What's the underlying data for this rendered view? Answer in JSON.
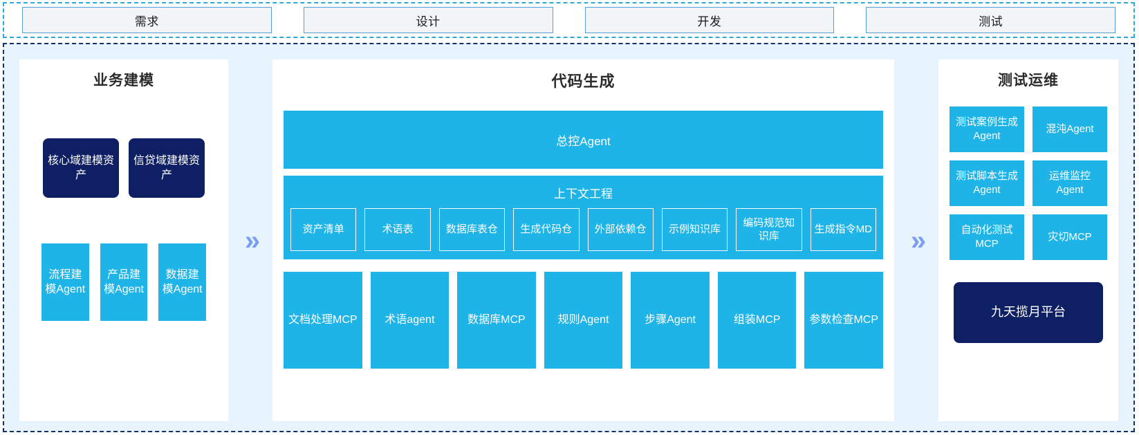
{
  "phases": {
    "items": [
      {
        "label": "需求"
      },
      {
        "label": "设计"
      },
      {
        "label": "开发"
      },
      {
        "label": "测试"
      }
    ]
  },
  "colors": {
    "cyan": "#1fb4e8",
    "navy": "#0e2063",
    "chevron": "#7b9ef2",
    "panel_bg": "#ffffff",
    "area_bg": "#e8f4fd",
    "phase_border": "#5b9bd5",
    "top_dash": "#2ba9d8",
    "main_dash": "#15306b"
  },
  "separators": {
    "left_arrow": "»",
    "right_arrow": "»"
  },
  "left_panel": {
    "title": "业务建模",
    "assets": [
      {
        "label": "核心域建模资产"
      },
      {
        "label": "信贷域建模资产"
      }
    ],
    "agents": [
      {
        "label": "流程建模Agent"
      },
      {
        "label": "产品建模Agent"
      },
      {
        "label": "数据建模Agent"
      }
    ]
  },
  "center_panel": {
    "title": "代码生成",
    "master_agent": "总控Agent",
    "context": {
      "title": "上下文工程",
      "items": [
        {
          "label": "资产清单"
        },
        {
          "label": "术语表"
        },
        {
          "label": "数据库表仓"
        },
        {
          "label": "生成代码仓"
        },
        {
          "label": "外部依赖仓"
        },
        {
          "label": "示例知识库"
        },
        {
          "label": "编码规范知识库"
        },
        {
          "label": "生成指令MD"
        }
      ]
    },
    "tools": [
      {
        "label": "文档处理MCP"
      },
      {
        "label": "术语agent"
      },
      {
        "label": "数据库MCP"
      },
      {
        "label": "规则Agent"
      },
      {
        "label": "步骤Agent"
      },
      {
        "label": "组装MCP"
      },
      {
        "label": "参数检查MCP"
      }
    ]
  },
  "right_panel": {
    "title": "测试运维",
    "cells": [
      {
        "label": "测试案例生成Agent"
      },
      {
        "label": "混沌Agent"
      },
      {
        "label": "测试脚本生成Agent"
      },
      {
        "label": "运维监控Agent"
      },
      {
        "label": "自动化测试MCP"
      },
      {
        "label": "灾切MCP"
      }
    ],
    "platform": {
      "label": "九天揽月平台"
    }
  }
}
